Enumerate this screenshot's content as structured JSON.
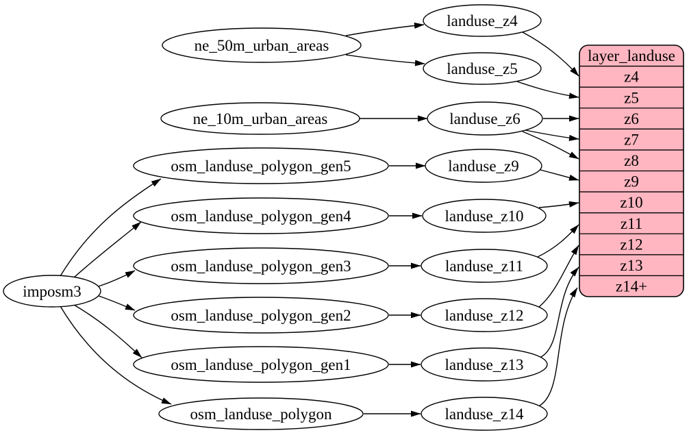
{
  "diagram": {
    "background_color": "#ffffff",
    "edge_color": "#000000",
    "node_style": {
      "fill": "#ffffff",
      "stroke": "#000000",
      "text_color": "#000000"
    },
    "nodes": [
      {
        "id": "imposm3",
        "label": "imposm3"
      },
      {
        "id": "ne_50m_urban_areas",
        "label": "ne_50m_urban_areas"
      },
      {
        "id": "ne_10m_urban_areas",
        "label": "ne_10m_urban_areas"
      },
      {
        "id": "osm_landuse_polygon_gen5",
        "label": "osm_landuse_polygon_gen5"
      },
      {
        "id": "osm_landuse_polygon_gen4",
        "label": "osm_landuse_polygon_gen4"
      },
      {
        "id": "osm_landuse_polygon_gen3",
        "label": "osm_landuse_polygon_gen3"
      },
      {
        "id": "osm_landuse_polygon_gen2",
        "label": "osm_landuse_polygon_gen2"
      },
      {
        "id": "osm_landuse_polygon_gen1",
        "label": "osm_landuse_polygon_gen1"
      },
      {
        "id": "osm_landuse_polygon",
        "label": "osm_landuse_polygon"
      },
      {
        "id": "landuse_z4",
        "label": "landuse_z4"
      },
      {
        "id": "landuse_z5",
        "label": "landuse_z5"
      },
      {
        "id": "landuse_z6",
        "label": "landuse_z6"
      },
      {
        "id": "landuse_z9",
        "label": "landuse_z9"
      },
      {
        "id": "landuse_z10",
        "label": "landuse_z10"
      },
      {
        "id": "landuse_z11",
        "label": "landuse_z11"
      },
      {
        "id": "landuse_z12",
        "label": "landuse_z12"
      },
      {
        "id": "landuse_z13",
        "label": "landuse_z13"
      },
      {
        "id": "landuse_z14",
        "label": "landuse_z14"
      }
    ],
    "table": {
      "id": "layer_landuse",
      "title": "layer_landuse",
      "fill": "#ffb6c1",
      "stroke": "#000000",
      "rows": [
        "z4",
        "z5",
        "z6",
        "z7",
        "z8",
        "z9",
        "z10",
        "z11",
        "z12",
        "z13",
        "z14+"
      ]
    },
    "edges": [
      {
        "from": "ne_50m_urban_areas",
        "to": "landuse_z4"
      },
      {
        "from": "ne_50m_urban_areas",
        "to": "landuse_z5"
      },
      {
        "from": "ne_10m_urban_areas",
        "to": "landuse_z6"
      },
      {
        "from": "imposm3",
        "to": "osm_landuse_polygon_gen5"
      },
      {
        "from": "imposm3",
        "to": "osm_landuse_polygon_gen4"
      },
      {
        "from": "imposm3",
        "to": "osm_landuse_polygon_gen3"
      },
      {
        "from": "imposm3",
        "to": "osm_landuse_polygon_gen2"
      },
      {
        "from": "imposm3",
        "to": "osm_landuse_polygon_gen1"
      },
      {
        "from": "imposm3",
        "to": "osm_landuse_polygon"
      },
      {
        "from": "osm_landuse_polygon_gen5",
        "to": "landuse_z9"
      },
      {
        "from": "osm_landuse_polygon_gen4",
        "to": "landuse_z10"
      },
      {
        "from": "osm_landuse_polygon_gen3",
        "to": "landuse_z11"
      },
      {
        "from": "osm_landuse_polygon_gen2",
        "to": "landuse_z12"
      },
      {
        "from": "osm_landuse_polygon_gen1",
        "to": "landuse_z13"
      },
      {
        "from": "osm_landuse_polygon",
        "to": "landuse_z14"
      },
      {
        "from": "landuse_z4",
        "to": "layer_landuse",
        "port": "z4"
      },
      {
        "from": "landuse_z5",
        "to": "layer_landuse",
        "port": "z5"
      },
      {
        "from": "landuse_z6",
        "to": "layer_landuse",
        "port": "z6"
      },
      {
        "from": "landuse_z6",
        "to": "layer_landuse",
        "port": "z7"
      },
      {
        "from": "landuse_z6",
        "to": "layer_landuse",
        "port": "z8"
      },
      {
        "from": "landuse_z9",
        "to": "layer_landuse",
        "port": "z9"
      },
      {
        "from": "landuse_z10",
        "to": "layer_landuse",
        "port": "z10"
      },
      {
        "from": "landuse_z11",
        "to": "layer_landuse",
        "port": "z11"
      },
      {
        "from": "landuse_z12",
        "to": "layer_landuse",
        "port": "z12"
      },
      {
        "from": "landuse_z13",
        "to": "layer_landuse",
        "port": "z13"
      },
      {
        "from": "landuse_z14",
        "to": "layer_landuse",
        "port": "z14+"
      }
    ]
  }
}
